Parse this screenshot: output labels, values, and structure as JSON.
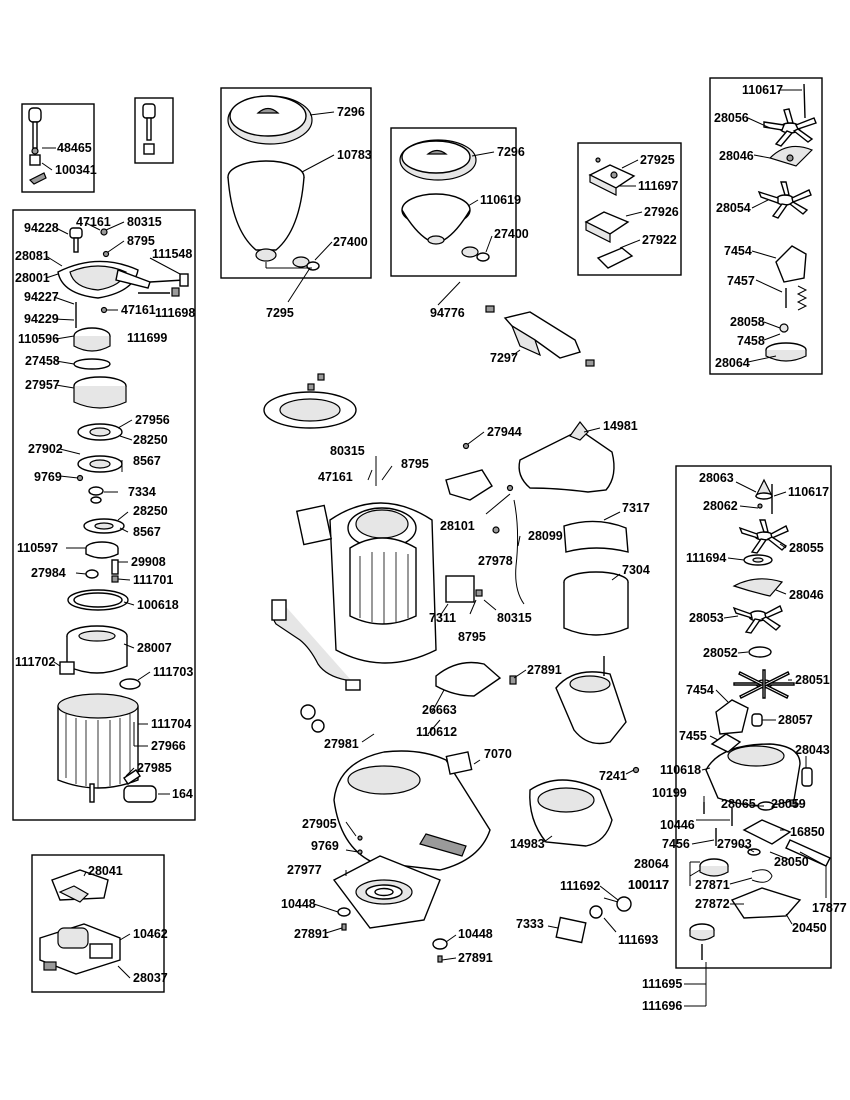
{
  "box_a": {
    "labels": [
      "48465",
      "100341"
    ]
  },
  "box_b": {
    "labels": []
  },
  "box_hopper_large": {
    "labels": [
      "7296",
      "10783",
      "27400",
      "7295"
    ]
  },
  "box_hopper_small": {
    "labels": [
      "7296",
      "110619",
      "27400",
      "94776"
    ]
  },
  "box_switch": {
    "labels": [
      "27925",
      "111697",
      "27926",
      "27922"
    ]
  },
  "box_upper_right": {
    "labels": [
      "110617",
      "28056",
      "28046",
      "28054",
      "7454",
      "7457",
      "28058",
      "7458",
      "28064"
    ]
  },
  "box_motor": {
    "labels": [
      "94228",
      "47161",
      "80315",
      "8795",
      "28081",
      "28001",
      "111548",
      "94227",
      "47161",
      "111698",
      "94229",
      "111699",
      "110596",
      "27458",
      "27957",
      "27956",
      "28250",
      "27902",
      "8567",
      "9769",
      "7334",
      "28250",
      "8567",
      "110597",
      "29908",
      "27984",
      "111701",
      "100618",
      "28007",
      "111702",
      "111703",
      "111704",
      "27966",
      "27985",
      "164"
    ]
  },
  "box_board": {
    "labels": [
      "28041",
      "10462",
      "28037"
    ]
  },
  "box_lower_right": {
    "labels": [
      "28063",
      "110617",
      "28062",
      "111694",
      "28055",
      "28046",
      "28053",
      "28052",
      "28051",
      "7454",
      "28057",
      "7455",
      "28043",
      "110618",
      "10199",
      "28065",
      "28059",
      "10446",
      "16850",
      "7456",
      "27903",
      "28050",
      "28064",
      "100117",
      "27871",
      "27872",
      "17877",
      "20450",
      "111695",
      "111696"
    ]
  },
  "center": {
    "labels": [
      "7297",
      "27944",
      "14981",
      "80315",
      "8795",
      "47161",
      "28101",
      "7317",
      "27978",
      "28099",
      "7304",
      "7311",
      "8795",
      "80315",
      "27891",
      "26663",
      "110612",
      "27981",
      "7070",
      "7241",
      "27905",
      "9769",
      "27977",
      "14983",
      "10448",
      "27891",
      "10448",
      "27891",
      "111692",
      "100117",
      "7333",
      "111693"
    ]
  }
}
